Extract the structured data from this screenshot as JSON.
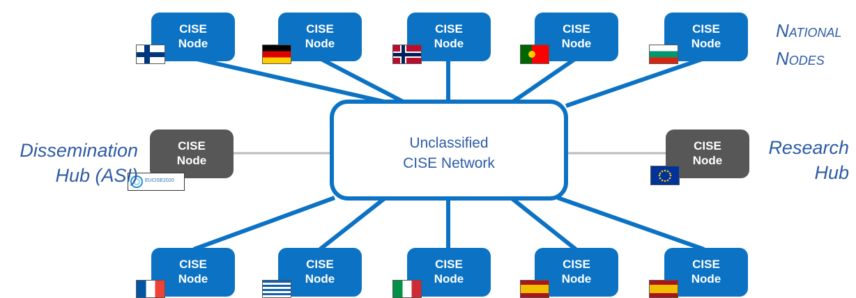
{
  "center": {
    "line1": "Unclassified",
    "line2": "CISE Network"
  },
  "node": {
    "line1": "CISE",
    "line2": "Node"
  },
  "labels": {
    "national": [
      "National",
      "Nodes"
    ],
    "dissemination": [
      "Dissemination",
      "Hub (ASI)"
    ],
    "research": [
      "Research",
      "Hub"
    ]
  },
  "logo_text": "EUCISE2020",
  "colors": {
    "node_blue": "#0b72c4",
    "node_gray": "#575757",
    "label_text": "#2d5ba6",
    "gray_link": "#bbbbbb"
  },
  "flags": {
    "top": [
      "Finland",
      "Germany",
      "Norway",
      "Portugal",
      "Bulgaria"
    ],
    "bottom": [
      "France",
      "Greece",
      "Italy",
      "Spain",
      "Spain"
    ],
    "research_hub": "European Union"
  }
}
